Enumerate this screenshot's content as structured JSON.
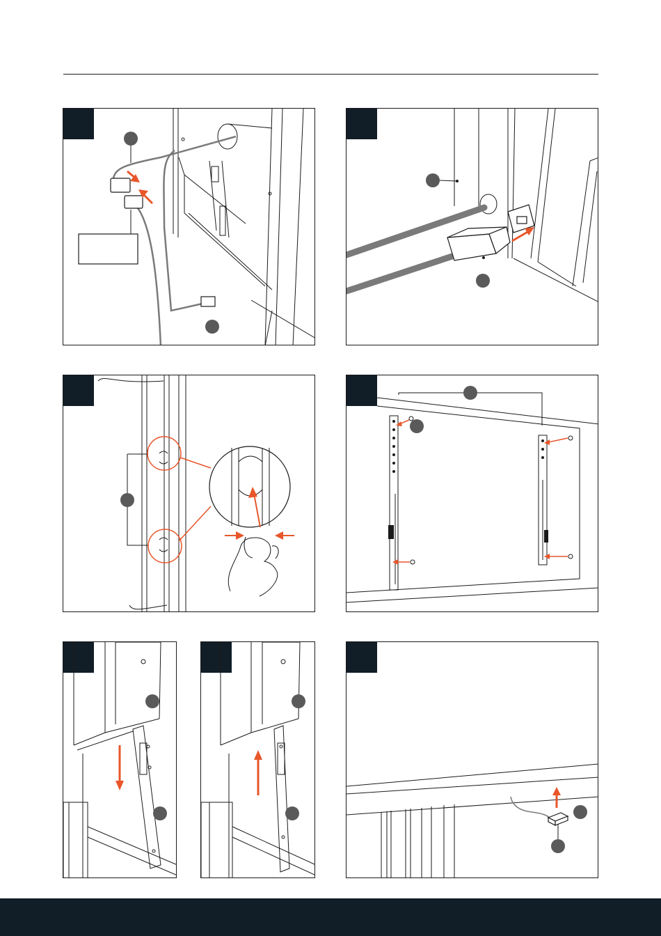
{
  "colors": {
    "accent": "#e8562a",
    "badge": "#111d27",
    "callout": "#5a5a5a",
    "line": "#1a1a1a",
    "cable": "#7a7a7a",
    "footer": "#111d27"
  },
  "icons": [
    "step-badge",
    "callout-marker",
    "direction-arrow",
    "pinch-hand"
  ]
}
